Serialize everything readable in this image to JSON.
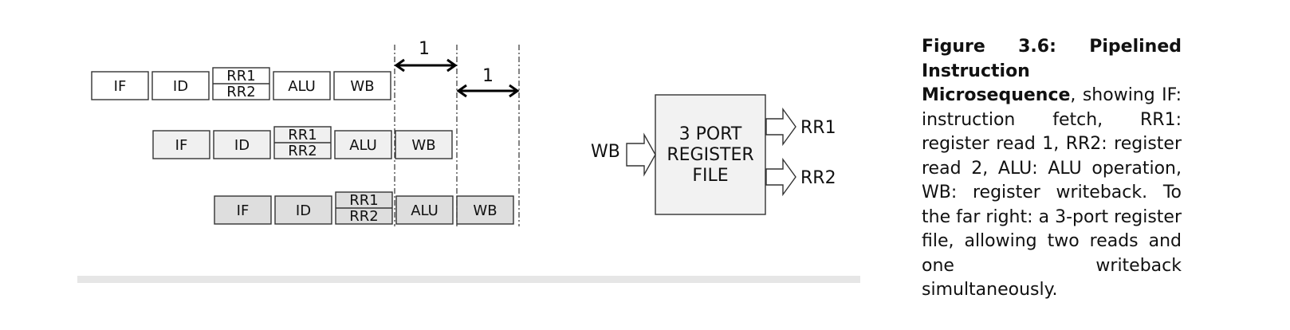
{
  "pipeline": {
    "rows": [
      {
        "stages": [
          "IF",
          "ID",
          "RR1|RR2",
          "ALU",
          "WB"
        ],
        "shade": "#ffffff"
      },
      {
        "stages": [
          "IF",
          "ID",
          "RR1|RR2",
          "ALU",
          "WB"
        ],
        "shade": "#f0f0f0"
      },
      {
        "stages": [
          "IF",
          "ID",
          "RR1|RR2",
          "ALU",
          "WB"
        ],
        "shade": "#dedede"
      }
    ],
    "interval_labels": [
      "1",
      "1"
    ]
  },
  "register_file": {
    "lines": [
      "3 PORT",
      "REGISTER",
      "FILE"
    ],
    "input_port": "WB",
    "output_ports": [
      "RR1",
      "RR2"
    ],
    "fill": "#f2f2f2"
  },
  "caption": {
    "bold": "Figure 3.6: Pipelined Instruction Microsequence",
    "text": ", showing IF: instruction fetch, RR1: register read 1, RR2: register read 2, ALU: ALU operation, WB: regis­ter writeback. To the far right: a 3-port register file, allowing two reads and one writeback simultaneously."
  }
}
